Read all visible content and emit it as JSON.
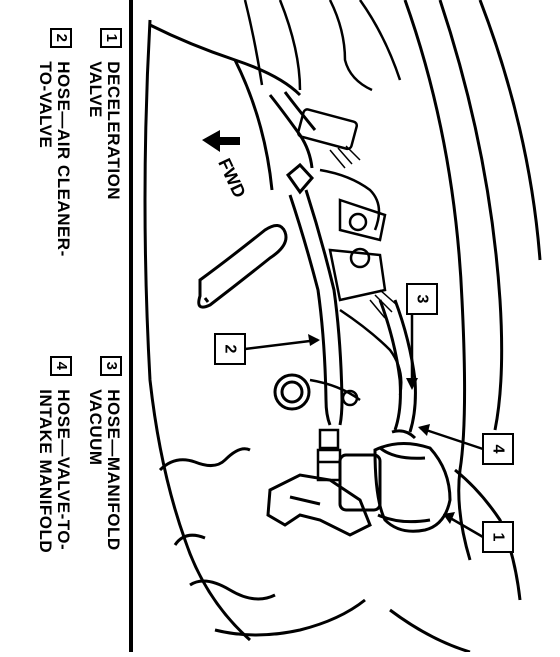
{
  "legend": [
    {
      "number": "1",
      "line1": "DECELERATION",
      "line2": "VALVE"
    },
    {
      "number": "2",
      "line1": "HOSE—AIR CLEANER-",
      "line2": "TO-VALVE"
    },
    {
      "number": "3",
      "line1": "HOSE—MANIFOLD",
      "line2": "VACUUM"
    },
    {
      "number": "4",
      "line1": "HOSE—VALVE-TO-",
      "line2": "INTAKE MANIFOLD"
    }
  ],
  "fwd_label": "FWD",
  "callouts": [
    "1",
    "2",
    "3",
    "4"
  ]
}
